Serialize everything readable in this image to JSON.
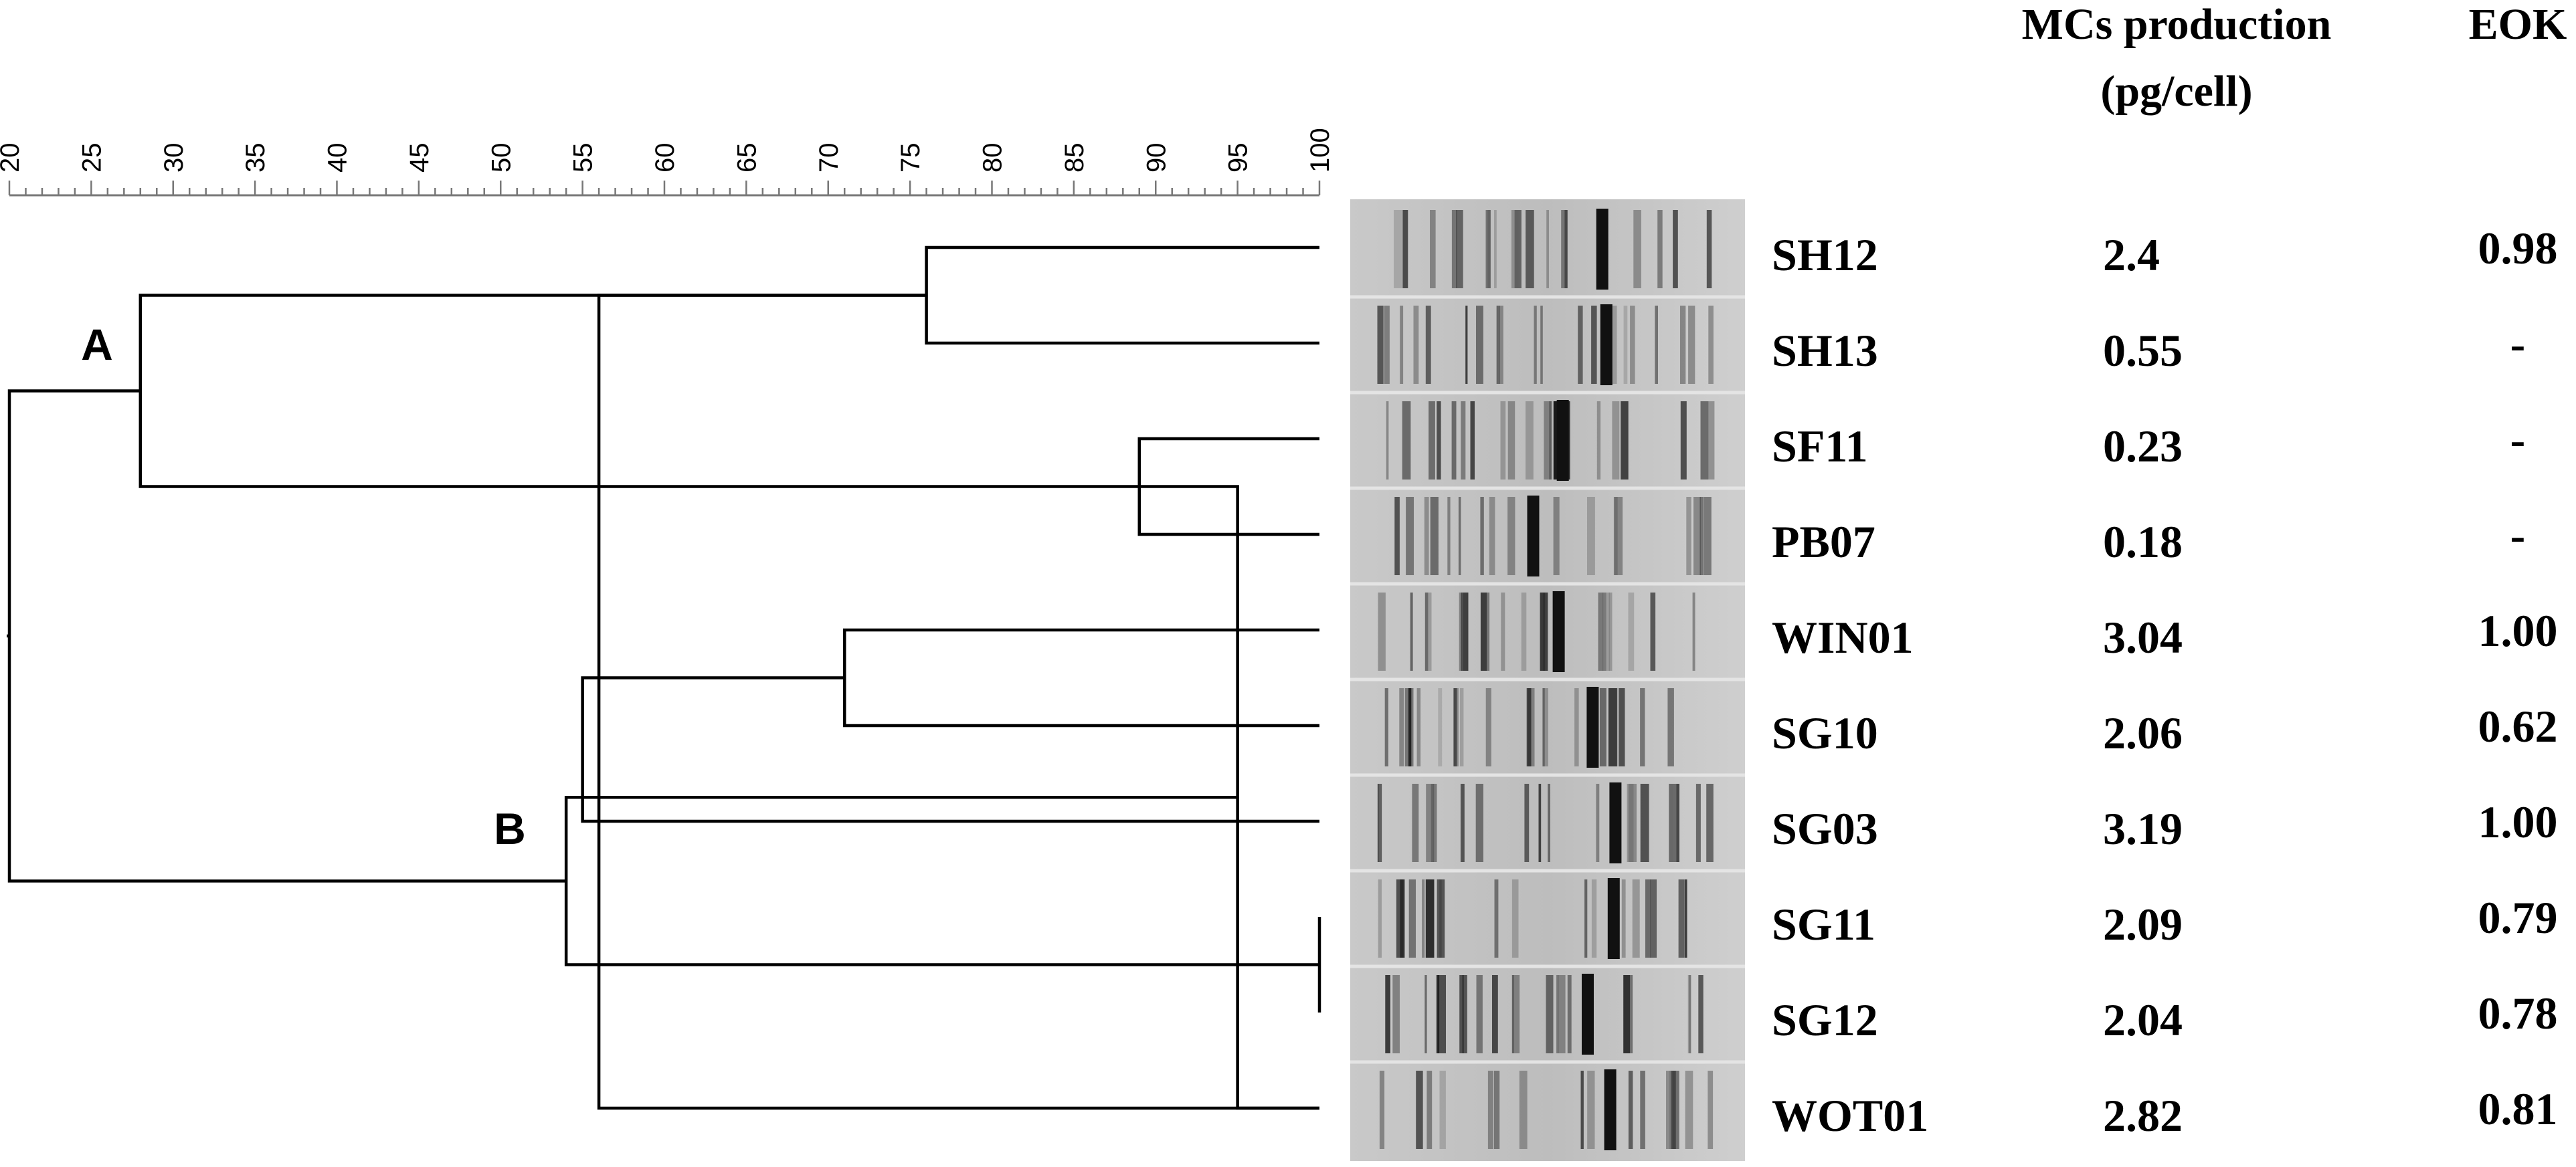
{
  "header": {
    "mcs_line1": "MCs production",
    "mcs_line2": "(pg/cell)",
    "eok": "EOK"
  },
  "scale": {
    "min": 20,
    "max": 100,
    "ticks": [
      "20",
      "25",
      "30",
      "35",
      "40",
      "45",
      "50",
      "55",
      "60",
      "65",
      "70",
      "75",
      "80",
      "85",
      "90",
      "95",
      "100"
    ]
  },
  "clusters": [
    {
      "label": "A"
    },
    {
      "label": "B"
    }
  ],
  "strains": [
    {
      "name": "SH12",
      "mcs": "2.4",
      "eok": "0.98"
    },
    {
      "name": "SH13",
      "mcs": "0.55",
      "eok": "-"
    },
    {
      "name": "SF11",
      "mcs": "0.23",
      "eok": "-"
    },
    {
      "name": "PB07",
      "mcs": "0.18",
      "eok": "-"
    },
    {
      "name": "WIN01",
      "mcs": "3.04",
      "eok": "1.00"
    },
    {
      "name": "SG10",
      "mcs": "2.06",
      "eok": "0.62"
    },
    {
      "name": "SG03",
      "mcs": "3.19",
      "eok": "1.00"
    },
    {
      "name": "SG11",
      "mcs": "2.09",
      "eok": "0.79"
    },
    {
      "name": "SG12",
      "mcs": "2.04",
      "eok": "0.78"
    },
    {
      "name": "WOT01",
      "mcs": "2.82",
      "eok": "0.81"
    }
  ],
  "dendrogram": {
    "merges": [
      {
        "a": 0,
        "b": 1,
        "similarity": 76
      },
      {
        "a": 2,
        "b": 3,
        "similarity": 89
      },
      {
        "a": 4,
        "b": 5,
        "similarity": 71
      },
      {
        "a": 7,
        "b": 8,
        "similarity": 100
      },
      {
        "a": 9,
        "b": 10,
        "similarity": 56
      },
      {
        "a": 12,
        "b": 6,
        "similarity": 55
      },
      {
        "a": 11,
        "b": 9,
        "similarity": 95
      },
      {
        "a": 13,
        "b": 16,
        "similarity": 54
      },
      {
        "a": 10,
        "b": 11,
        "similarity": 28
      },
      {
        "a": 18,
        "b": 17,
        "similarity": 20
      }
    ]
  }
}
